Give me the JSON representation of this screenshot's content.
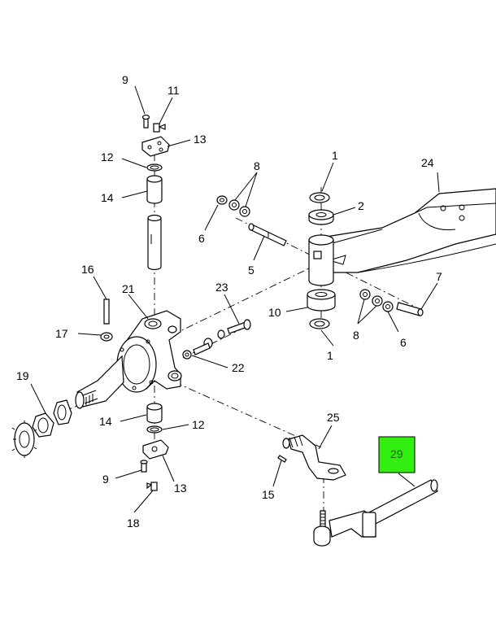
{
  "callouts": {
    "c1_top": "1",
    "c2": "2",
    "c1_bottom": "1",
    "c5": "5",
    "c6_left": "6",
    "c6_right": "6",
    "c7": "7",
    "c8_top": "8",
    "c8_bottom": "8",
    "c9_top": "9",
    "c9_bottom": "9",
    "c10": "10",
    "c11": "11",
    "c12_top": "12",
    "c12_bottom": "12",
    "c13_top": "13",
    "c13_bottom": "13",
    "c14_top": "14",
    "c14_bottom": "14",
    "c15": "15",
    "c16": "16",
    "c17": "17",
    "c18": "18",
    "c19": "19",
    "c21": "21",
    "c22": "22",
    "c23": "23",
    "c24": "24",
    "c25": "25",
    "c29": "29"
  },
  "highlight": {
    "part": "29",
    "color": "#33ee11"
  }
}
